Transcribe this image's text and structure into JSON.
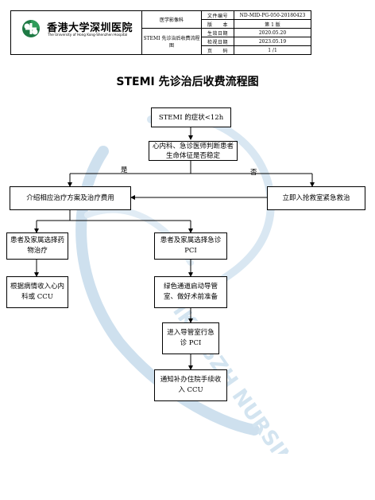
{
  "header": {
    "hospital_name_cn": "香港大学深圳医院",
    "hospital_name_en": "The University of Hong Kong-Shenzhen Hospital",
    "department": "医学影像科",
    "document_title": "STEMI 先诊治后收费流程图",
    "rows": [
      {
        "label": "文件编号",
        "value": "ND-MID-PG-050-20180423"
      },
      {
        "label": "版　　本",
        "value": "第 1 版"
      },
      {
        "label": "生效日期",
        "value": "2020.05.20"
      },
      {
        "label": "检视日期",
        "value": "2023.05.19"
      },
      {
        "label": "页　　码",
        "value": "1 /1"
      }
    ]
  },
  "title": "STEMI 先诊治后收费流程图",
  "watermark": "HKU-SZH NURSING",
  "flow": {
    "start": "STEMI 的症状<12h",
    "assess": "心内科、急诊医师判断患者生命体征是否稳定",
    "yes_label": "是",
    "no_label": "否",
    "introduce": "介绍相应治疗方案及治疗费用",
    "rescue": "立即入抢救室紧急救治",
    "drug_choice": "患者及家属选择药物治疗",
    "pci_choice": "患者及家属选择急诊 PCI",
    "admit_ccu": "根据病情收入心内科或 CCU",
    "green_channel": "绿色通道启动导管室、做好术前准备",
    "cath_lab": "进入导管室行急诊 PCI",
    "notify": "通知补办住院手续收入 CCU"
  }
}
